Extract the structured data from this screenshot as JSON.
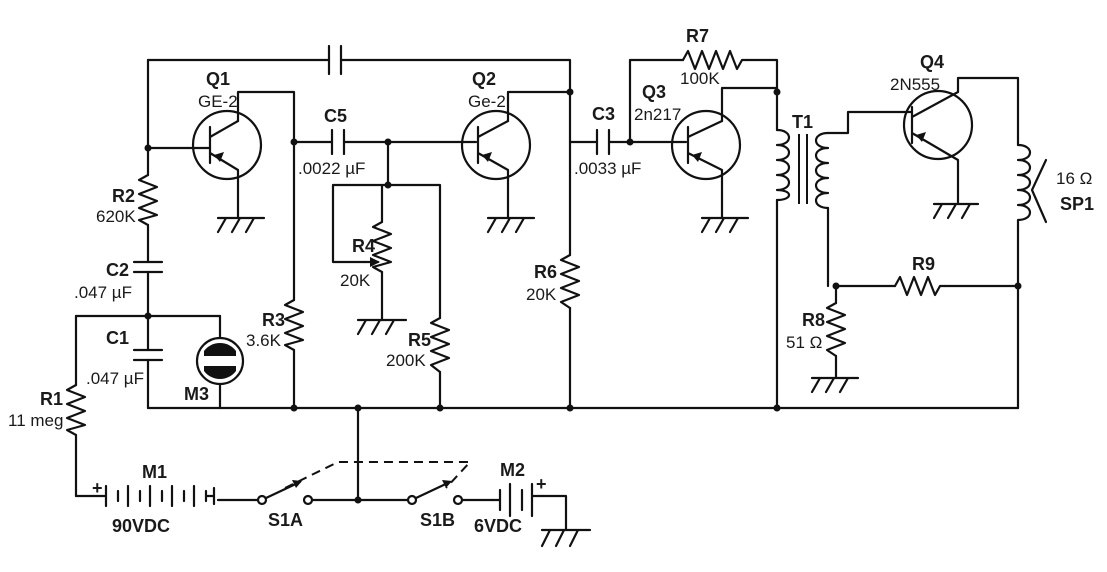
{
  "transistors": {
    "q1": {
      "ref": "Q1",
      "type": "GE-2"
    },
    "q2": {
      "ref": "Q2",
      "type": "Ge-2"
    },
    "q3": {
      "ref": "Q3",
      "type": "2n217"
    },
    "q4": {
      "ref": "Q4",
      "type": "2N555"
    }
  },
  "resistors": {
    "r1": {
      "ref": "R1",
      "value": "11 meg"
    },
    "r2": {
      "ref": "R2",
      "value": "620K"
    },
    "r3": {
      "ref": "R3",
      "value": "3.6K"
    },
    "r4": {
      "ref": "R4",
      "value": "20K"
    },
    "r5": {
      "ref": "R5",
      "value": "200K"
    },
    "r6": {
      "ref": "R6",
      "value": "20K"
    },
    "r7": {
      "ref": "R7",
      "value": "100K"
    },
    "r8": {
      "ref": "R8",
      "value": "51 Ω"
    },
    "r9": {
      "ref": "R9",
      "value": ""
    }
  },
  "capacitors": {
    "c1": {
      "ref": "C1",
      "value": ".047 µF"
    },
    "c2": {
      "ref": "C2",
      "value": ".047 µF"
    },
    "c3": {
      "ref": "C3",
      "value": ".0033 µF"
    },
    "c5": {
      "ref": "C5",
      "value": ".0022 µF"
    }
  },
  "other": {
    "m1": {
      "ref": "M1",
      "value": "90VDC"
    },
    "m2": {
      "ref": "M2",
      "value": "6VDC"
    },
    "m3": {
      "ref": "M3"
    },
    "t1": {
      "ref": "T1"
    },
    "sp1": {
      "ref": "SP1",
      "value": "16 Ω"
    },
    "s1a": {
      "ref": "S1A"
    },
    "s1b": {
      "ref": "S1B"
    },
    "plus": "+"
  }
}
